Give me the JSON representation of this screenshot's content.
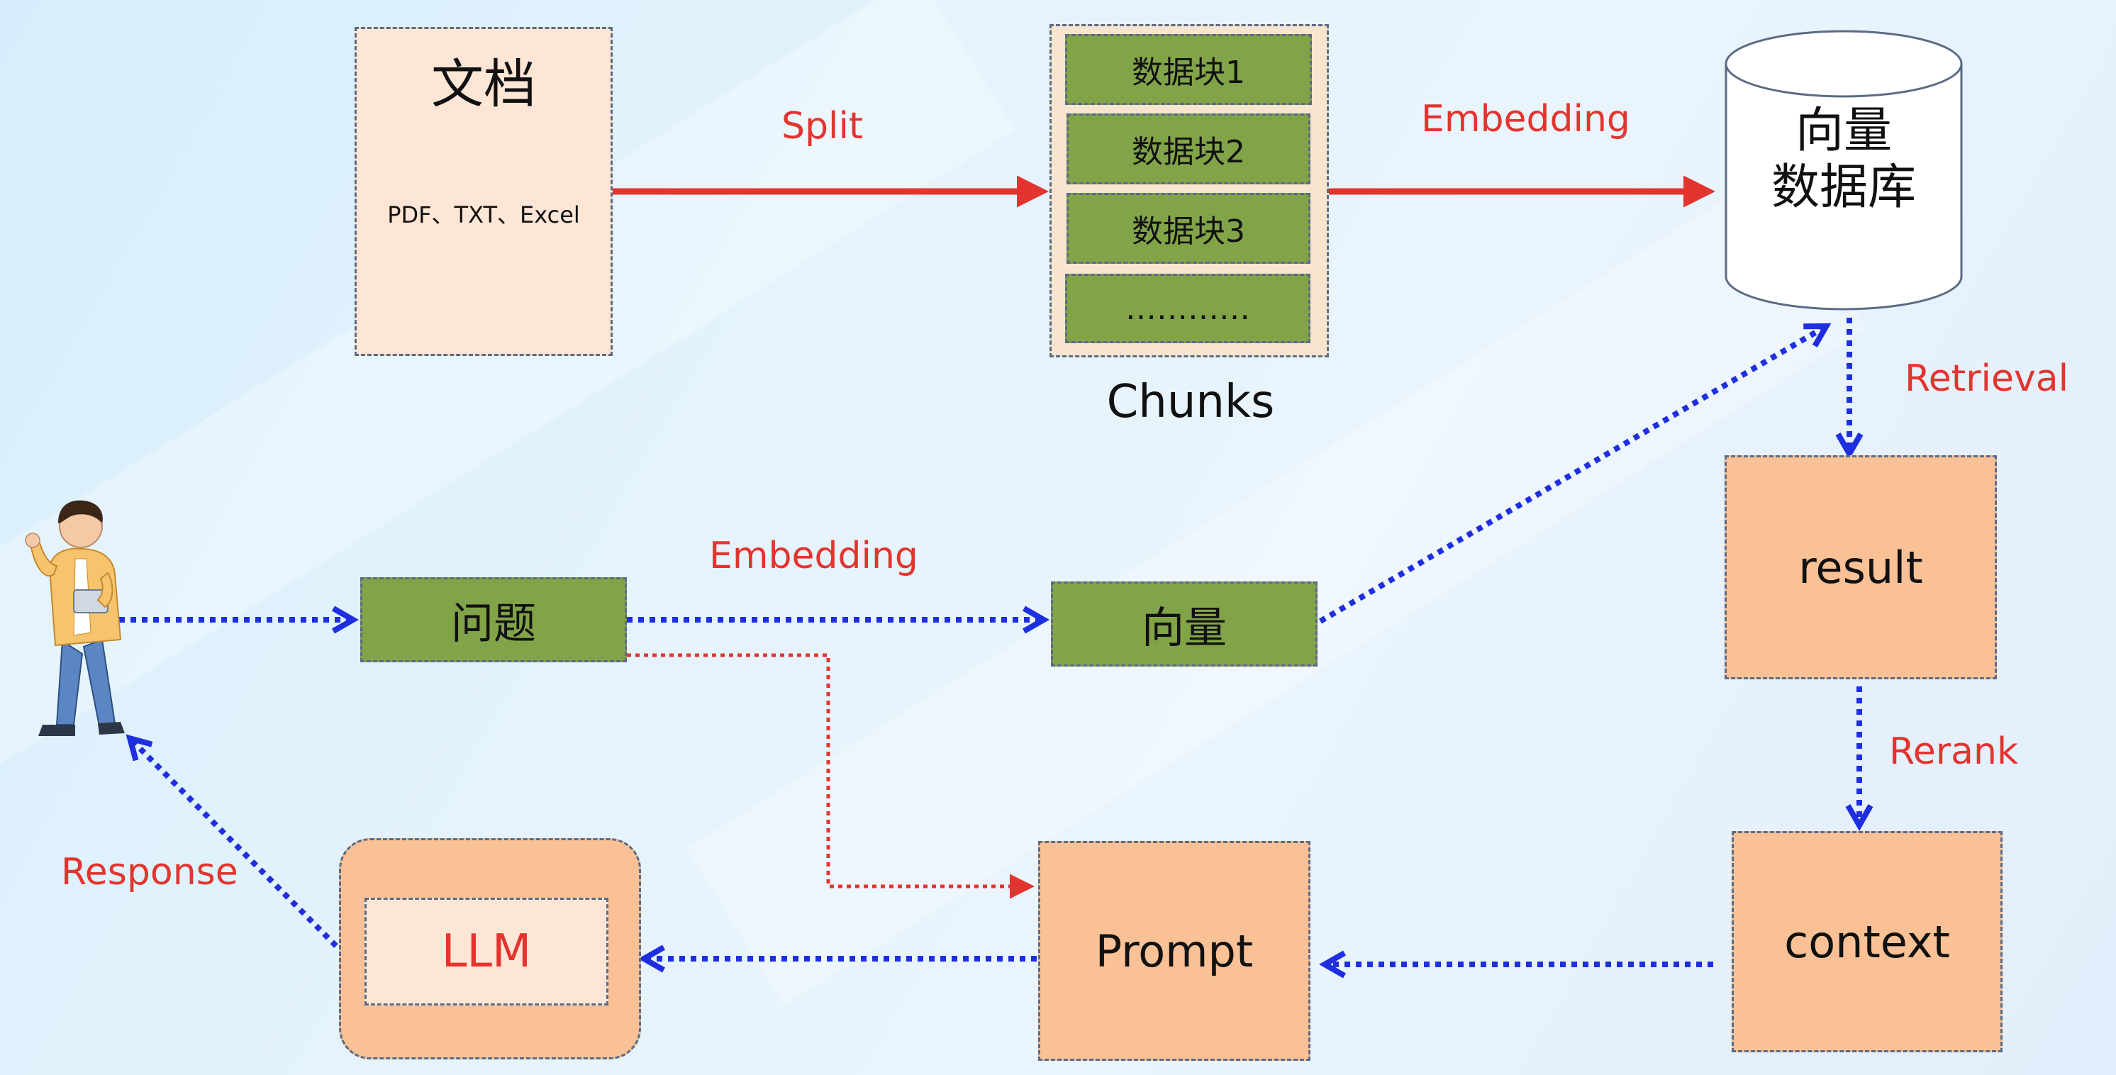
{
  "document": {
    "title": "文档",
    "formats": "PDF、TXT、Excel"
  },
  "chunks": {
    "items": [
      "数据块1",
      "数据块2",
      "数据块3",
      "…………"
    ],
    "label": "Chunks"
  },
  "vector_db": {
    "line1": "向量",
    "line2": "数据库"
  },
  "question": "问题",
  "vector": "向量",
  "result": "result",
  "context": "context",
  "prompt": "Prompt",
  "llm": "LLM",
  "edge_labels": {
    "split": "Split",
    "embedding_top": "Embedding",
    "embedding_mid": "Embedding",
    "retrieval": "Retrieval",
    "rerank": "Rerank",
    "response": "Response"
  },
  "colors": {
    "red_arrow": "#e3342f",
    "blue_arrow": "#1d2fe0",
    "green_block": "#82a448",
    "peach_block": "#f9c195",
    "light_peach_block": "#fde6d5",
    "border": "#5b6b85"
  }
}
